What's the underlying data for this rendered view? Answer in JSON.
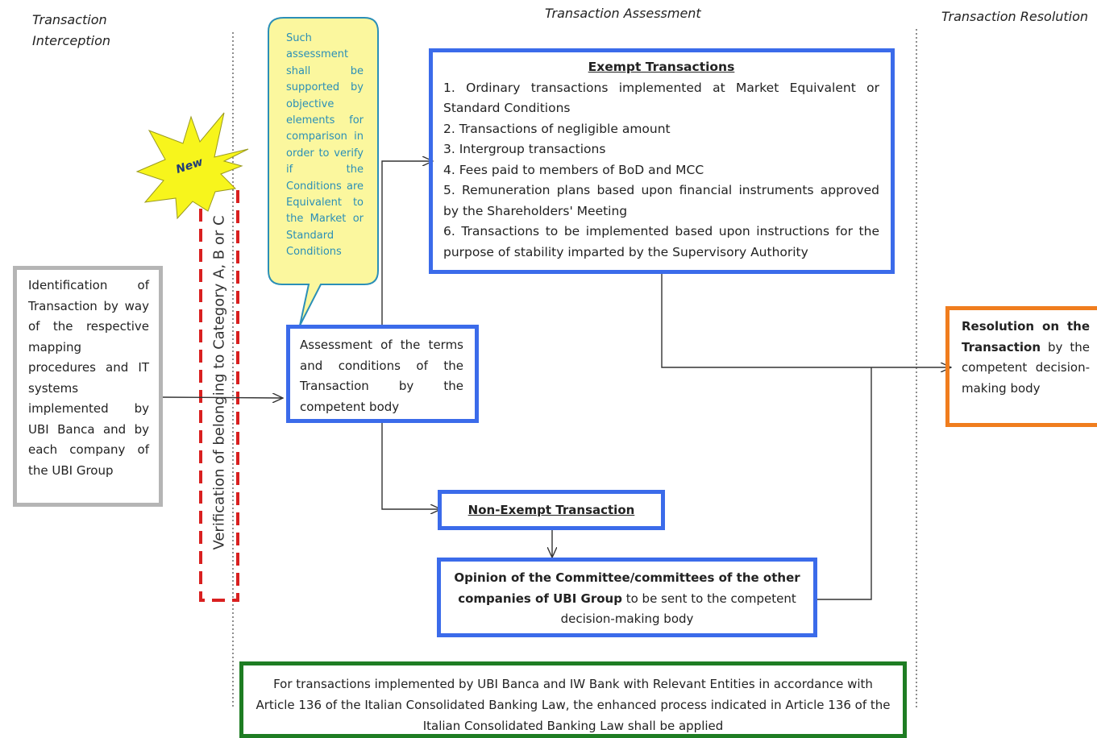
{
  "headers": {
    "interception_line1": "Transaction",
    "interception_line2": "Interception",
    "assessment": "Transaction Assessment",
    "resolution": "Transaction Resolution"
  },
  "starburst_label": "New",
  "callout_text": "Such assessment shall be supported by objective elements for comparison in order to verify if the Conditions are Equivalent to the Market or Standard Conditions",
  "vertical_label": "Verification of belonging to Category A, B or C",
  "identification_box": "Identification of Transaction by way of the respective mapping procedures and IT systems implemented by UBI Banca and by each company of the UBI Group",
  "assessment_box": "Assessment of the terms and conditions of the Transaction by the competent body",
  "exempt": {
    "title": "Exempt Transactions",
    "items": [
      "1. Ordinary transactions implemented at Market Equivalent or Standard Conditions",
      "2. Transactions of negligible amount",
      "3. Intergroup transactions",
      "4. Fees paid to members of BoD and MCC",
      "5. Remuneration plans based upon financial instruments approved by the Shareholders' Meeting",
      "6. Transactions to be implemented based upon instructions for the purpose of stability imparted by the Supervisory Authority"
    ]
  },
  "non_exempt_title": "Non-Exempt Transaction",
  "opinion": {
    "bold": "Opinion of the Committee/committees of the other companies of UBI Group",
    "rest": " to be sent to the competent decision-making body"
  },
  "resolution": {
    "bold": "Resolution on the Transaction",
    "rest": " by the competent decision-making body"
  },
  "footer_note": "For transactions implemented by UBI Banca and IW Bank with Relevant Entities in accordance with Article 136 of the Italian Consolidated Banking Law, the enhanced process indicated in Article 136 of the Italian Consolidated Banking Law shall be applied",
  "colors": {
    "blue_border": "#3b6bea",
    "orange_border": "#f07d1e",
    "green_border": "#1e7d23",
    "grey_border": "#b5b5b5",
    "red_dashed": "#d92020",
    "callout_fill": "#fbf79e",
    "callout_border": "#2b8fb7",
    "starburst_fill": "#f7f51c"
  }
}
